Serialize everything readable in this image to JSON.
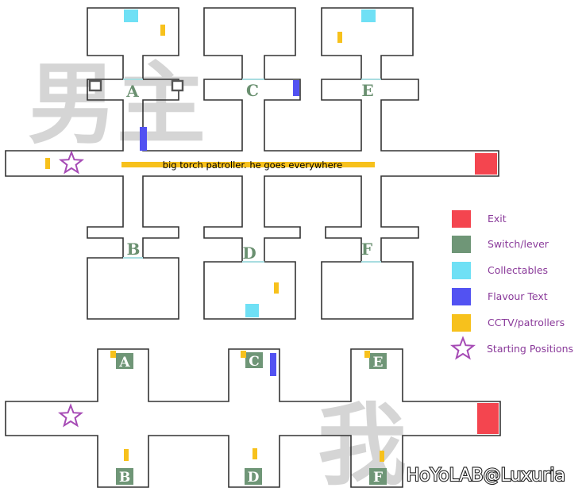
{
  "watermarks": {
    "top": "男主",
    "bottom": "我"
  },
  "top_map": {
    "note": "big torch patroller. he goes everywhere",
    "switch_labels": [
      "A",
      "C",
      "E",
      "B",
      "D",
      "F"
    ]
  },
  "bottom_map": {
    "switch_labels": [
      "A",
      "C",
      "E",
      "B",
      "D",
      "F"
    ]
  },
  "legend": [
    {
      "label": "Exit",
      "color": "#f4454f",
      "icon": "exit-swatch"
    },
    {
      "label": "Switch/lever",
      "color": "#6f9677",
      "icon": "switch-swatch"
    },
    {
      "label": "Collectables",
      "color": "#6fe0f5",
      "icon": "collectable-swatch"
    },
    {
      "label": "Flavour Text",
      "color": "#5252f2",
      "icon": "flavour-text-swatch"
    },
    {
      "label": "CCTV/patrollers",
      "color": "#f7c11c",
      "icon": "cctv-swatch"
    },
    {
      "label": "Starting Positions",
      "color": "#a64bb5",
      "icon": "star-icon"
    }
  ],
  "credit": "HoYoLAB@Luxuria"
}
